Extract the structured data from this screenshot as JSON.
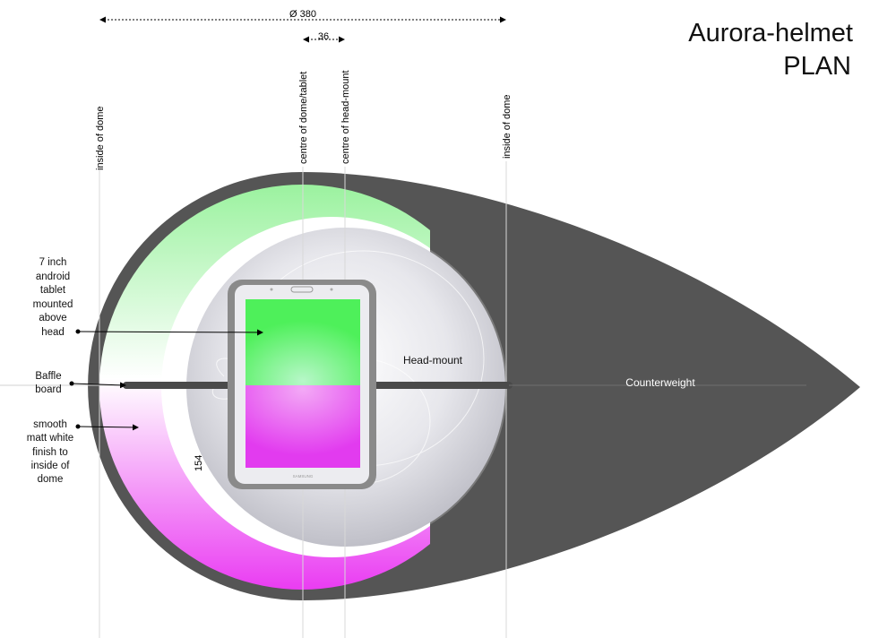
{
  "title": {
    "line1": "Aurora-helmet",
    "line2": "PLAN"
  },
  "dimensions": {
    "dome_diameter": "Ø 380",
    "offset": "36",
    "radius": "154"
  },
  "guides": {
    "inside_of_dome_left": "inside of dome",
    "centre_dome_tablet": "centre of dome/tablet",
    "centre_head_mount": "centre of head-mount",
    "inside_of_dome_right": "inside of dome"
  },
  "labels": {
    "tablet": [
      "7 inch",
      "android",
      "tablet",
      "mounted",
      "above",
      "head"
    ],
    "baffle": [
      "Baffle",
      "board"
    ],
    "finish": [
      "smooth",
      "matt white",
      "finish to",
      "inside of",
      "dome"
    ],
    "head_mount": "Head-mount",
    "counterweight": "Counterweight"
  },
  "tablet": {
    "brand": "SAMSUNG"
  },
  "colors": {
    "shell": "#555555",
    "dome_green": "#9bf29f",
    "dome_magenta": "#ea3cf2",
    "screen_green": "#4ef05a",
    "screen_magenta": "#e23bef",
    "head_mount_grey": "#cfcfd6"
  }
}
